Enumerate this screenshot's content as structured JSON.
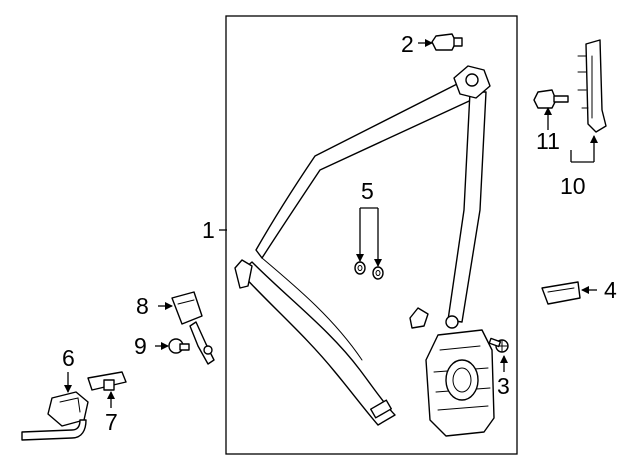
{
  "diagram": {
    "callouts": [
      {
        "id": "c1",
        "text": "1"
      },
      {
        "id": "c2",
        "text": "2"
      },
      {
        "id": "c3",
        "text": "3"
      },
      {
        "id": "c4",
        "text": "4"
      },
      {
        "id": "c5",
        "text": "5"
      },
      {
        "id": "c6",
        "text": "6"
      },
      {
        "id": "c7",
        "text": "7"
      },
      {
        "id": "c8",
        "text": "8"
      },
      {
        "id": "c9",
        "text": "9"
      },
      {
        "id": "c10",
        "text": "10"
      },
      {
        "id": "c11",
        "text": "11"
      }
    ],
    "colors": {
      "line": "#000000",
      "background": "#ffffff"
    }
  }
}
